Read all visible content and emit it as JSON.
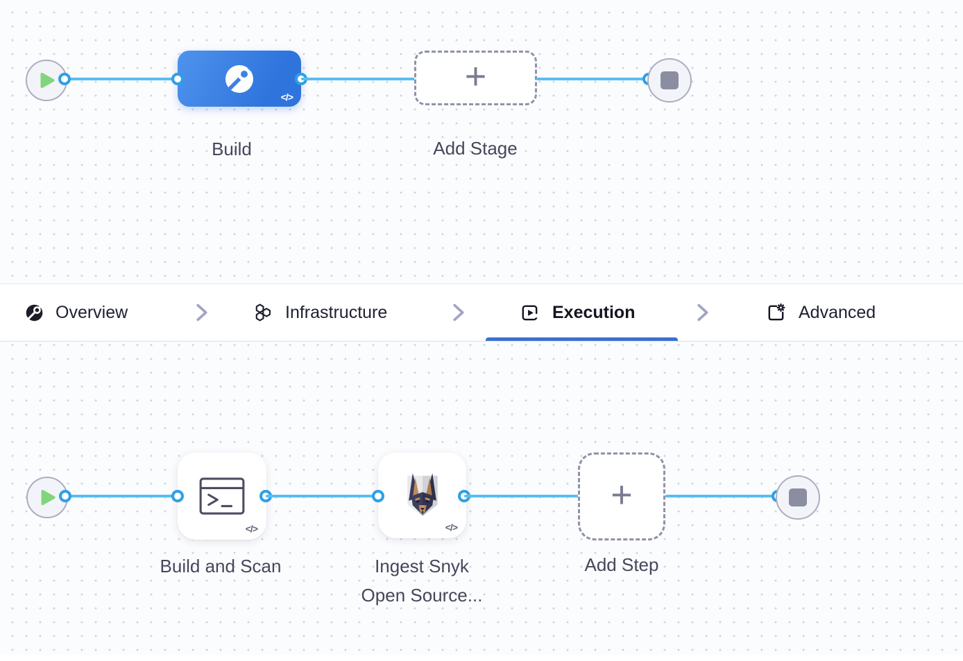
{
  "stage_row": {
    "start_icon": "play",
    "build_stage": {
      "label": "Build",
      "code_badge": "</>"
    },
    "add_stage": {
      "label": "Add Stage",
      "plus": "+"
    },
    "end_icon": "stop"
  },
  "tab_bar": {
    "tabs": [
      {
        "label": "Overview",
        "icon": "pipeline-overview-icon",
        "active": false
      },
      {
        "label": "Infrastructure",
        "icon": "infrastructure-hexagons-icon",
        "active": false
      },
      {
        "label": "Execution",
        "icon": "execution-play-icon",
        "active": true
      },
      {
        "label": "Advanced",
        "icon": "advanced-gear-icon",
        "active": false
      }
    ]
  },
  "step_row": {
    "build_and_scan_step": {
      "label": "Build and Scan",
      "icon": "terminal-icon",
      "code_badge": "</>"
    },
    "snyk_step": {
      "label_line1": "Ingest Snyk",
      "label_line2": "Open Source...",
      "icon": "snyk-doberman-icon",
      "code_badge": "</>"
    },
    "add_step": {
      "label": "Add Step",
      "plus": "+"
    }
  },
  "colors": {
    "canvas_background": "#fbfcfe",
    "grid_dot": "#d3d5db",
    "stage_blue": "#3b82e4",
    "connector_blue": "#57bef2",
    "port_ring_blue": "#2f9fe5",
    "play_green": "#83d47f",
    "stop_gray": "#8b8da1",
    "active_tab_underline": "#3a70d2"
  }
}
